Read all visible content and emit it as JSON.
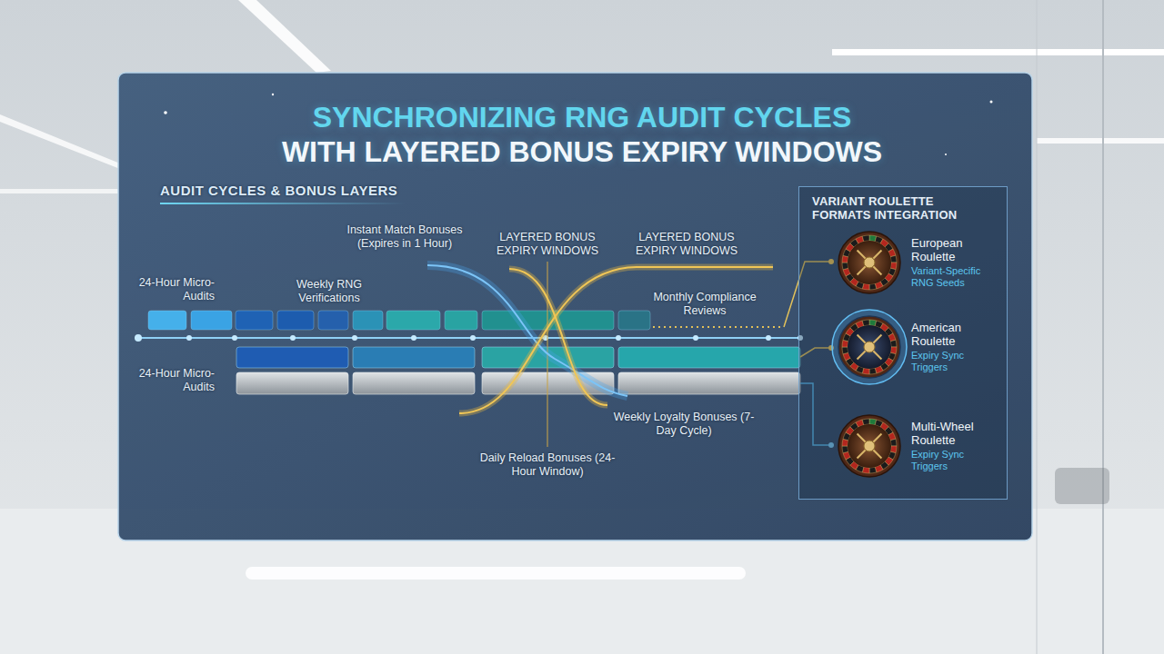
{
  "diagram": {
    "title": "SYNCHRONIZING RNG AUDIT CYCLES WITH LAYERED BONUS EXPIRY WINDOWS",
    "nodes": [
      {
        "text": [
          "VARIANT ROULETTE FORMATS INTEGRATION"
        ]
      },
      {
        "text": [
          "European Roulette",
          "Variant-Specific RNG Seeds"
        ],
        "in": 0
      },
      {
        "text": [
          "American Roulette",
          "Expiry Sync Triggers"
        ],
        "in": 0
      },
      {
        "text": [
          "Multi-Wheel Roulette",
          "Expiry Sync Triggers"
        ],
        "in": 0
      }
    ],
    "labels": [
      "AUDIT CYCLES & BONUS LAYERS",
      "Instant Match Bonuses (Expires in 1 Hour)",
      "LAYERED BONUS EXPIRY WINDOWS",
      "LAYERED BONUS EXPIRY WINDOWS",
      "24-Hour Micro-Audits",
      "Weekly RNG Verifications",
      "Monthly Compliance Reviews",
      "24-Hour Micro-Audits",
      "Weekly Loyalty Bonuses (7-Day Cycle)",
      "Daily Reload Bonuses (24-Hour Window)"
    ]
  }
}
